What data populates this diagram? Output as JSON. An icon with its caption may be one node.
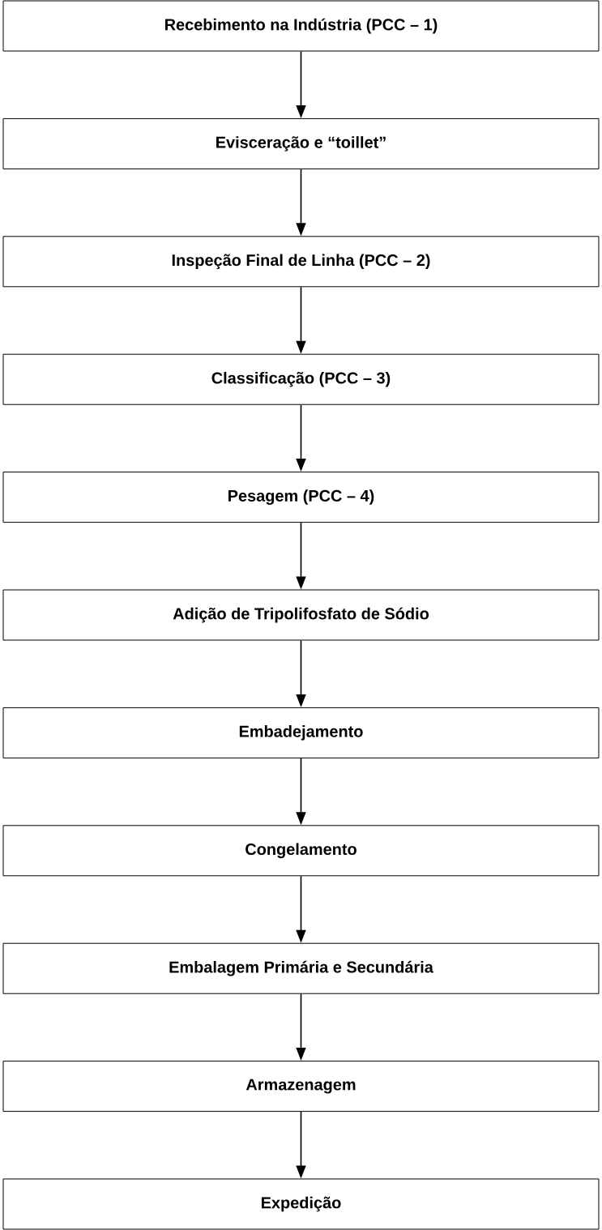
{
  "diagram": {
    "nodes": [
      {
        "text": [
          "Recebimento na Indústria (PCC – 1)"
        ]
      },
      {
        "text": [
          "Evisceração e “toillet”"
        ]
      },
      {
        "text": [
          "Inspeção Final de Linha (PCC – 2)"
        ]
      },
      {
        "text": [
          "Classificação (PCC – 3)"
        ]
      },
      {
        "text": [
          "Pesagem (PCC – 4)"
        ]
      },
      {
        "text": [
          "Adição de Tripolifosfato de Sódio"
        ]
      },
      {
        "text": [
          "Embadejamento"
        ]
      },
      {
        "text": [
          "Congelamento"
        ]
      },
      {
        "text": [
          "Embalagem Primária e Secundária"
        ]
      },
      {
        "text": [
          "Armazenagem"
        ]
      },
      {
        "text": [
          "Expedição"
        ]
      }
    ],
    "edges": [
      {
        "from": 0,
        "to": 1,
        "arrow": "to"
      },
      {
        "from": 1,
        "to": 2,
        "arrow": "to"
      },
      {
        "from": 2,
        "to": 3,
        "arrow": "to"
      },
      {
        "from": 3,
        "to": 4,
        "arrow": "to"
      },
      {
        "from": 4,
        "to": 5,
        "arrow": "to"
      },
      {
        "from": 5,
        "to": 6,
        "arrow": "to"
      },
      {
        "from": 6,
        "to": 7,
        "arrow": "to"
      },
      {
        "from": 7,
        "to": 8,
        "arrow": "to"
      },
      {
        "from": 8,
        "to": 9,
        "arrow": "to"
      },
      {
        "from": 9,
        "to": 10,
        "arrow": "to"
      }
    ]
  }
}
